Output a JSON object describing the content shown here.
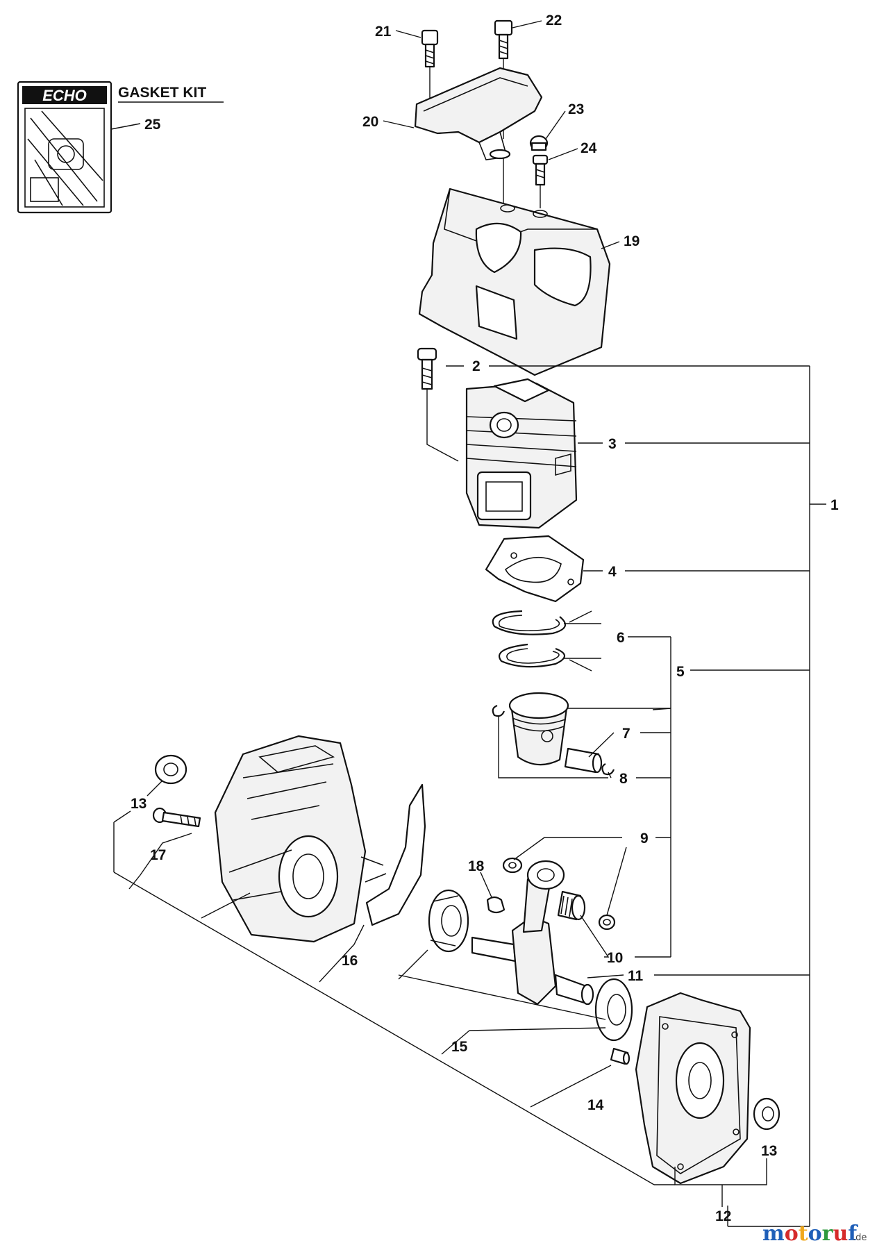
{
  "gasket_kit": {
    "logo_text": "ECHO",
    "title": "GASKET KIT"
  },
  "callouts": {
    "c1": "1",
    "c2": "2",
    "c3": "3",
    "c4": "4",
    "c5": "5",
    "c6": "6",
    "c7": "7",
    "c8": "8",
    "c9": "9",
    "c10": "10",
    "c11": "11",
    "c12": "12",
    "c13a": "13",
    "c13b": "13",
    "c14": "14",
    "c15": "15",
    "c16": "16",
    "c17": "17",
    "c18": "18",
    "c19": "19",
    "c20": "20",
    "c21": "21",
    "c22": "22",
    "c23": "23",
    "c24": "24",
    "c25": "25"
  },
  "watermark": {
    "letters": [
      "m",
      "o",
      "t",
      "o",
      "r",
      "u",
      "f"
    ],
    "letter_colors": [
      "#1f5fb8",
      "#d62b2b",
      "#f0a81c",
      "#1f5fb8",
      "#2e9a3d",
      "#d62b2b",
      "#1f5fb8"
    ],
    "suffix": ".de"
  }
}
